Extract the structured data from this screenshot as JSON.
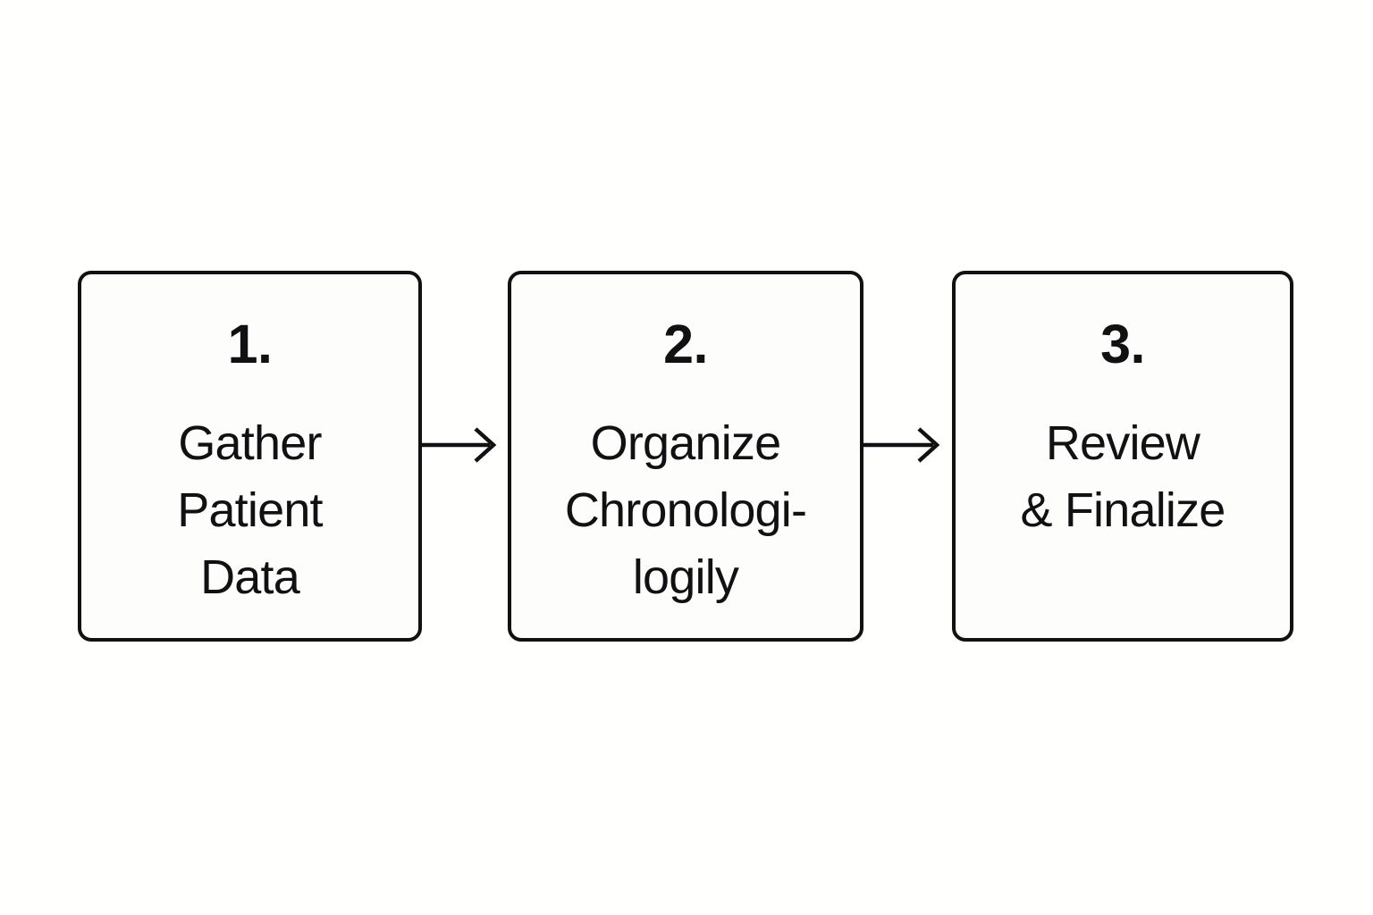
{
  "diagram": {
    "type": "process-flow",
    "orientation": "horizontal",
    "background_color": "#fffffe",
    "stroke_color": "#111113",
    "box_fill_color": "#fdfdfc",
    "steps": [
      {
        "number": "1.",
        "label": "Gather\nPatient\nData",
        "lines": [
          "Gather",
          "Patient",
          "Data"
        ]
      },
      {
        "number": "2.",
        "label": "Organize\nChronologi-\nlogily",
        "lines": [
          "Organize",
          "Chronologi-",
          "logily"
        ]
      },
      {
        "number": "3.",
        "label": "Review\n& Finalize",
        "lines": [
          "Review",
          "& Finalize"
        ]
      }
    ],
    "connectors": [
      {
        "from": "1",
        "to": "2",
        "glyph": "arrow-right"
      },
      {
        "from": "2",
        "to": "3",
        "glyph": "arrow-right"
      }
    ]
  }
}
